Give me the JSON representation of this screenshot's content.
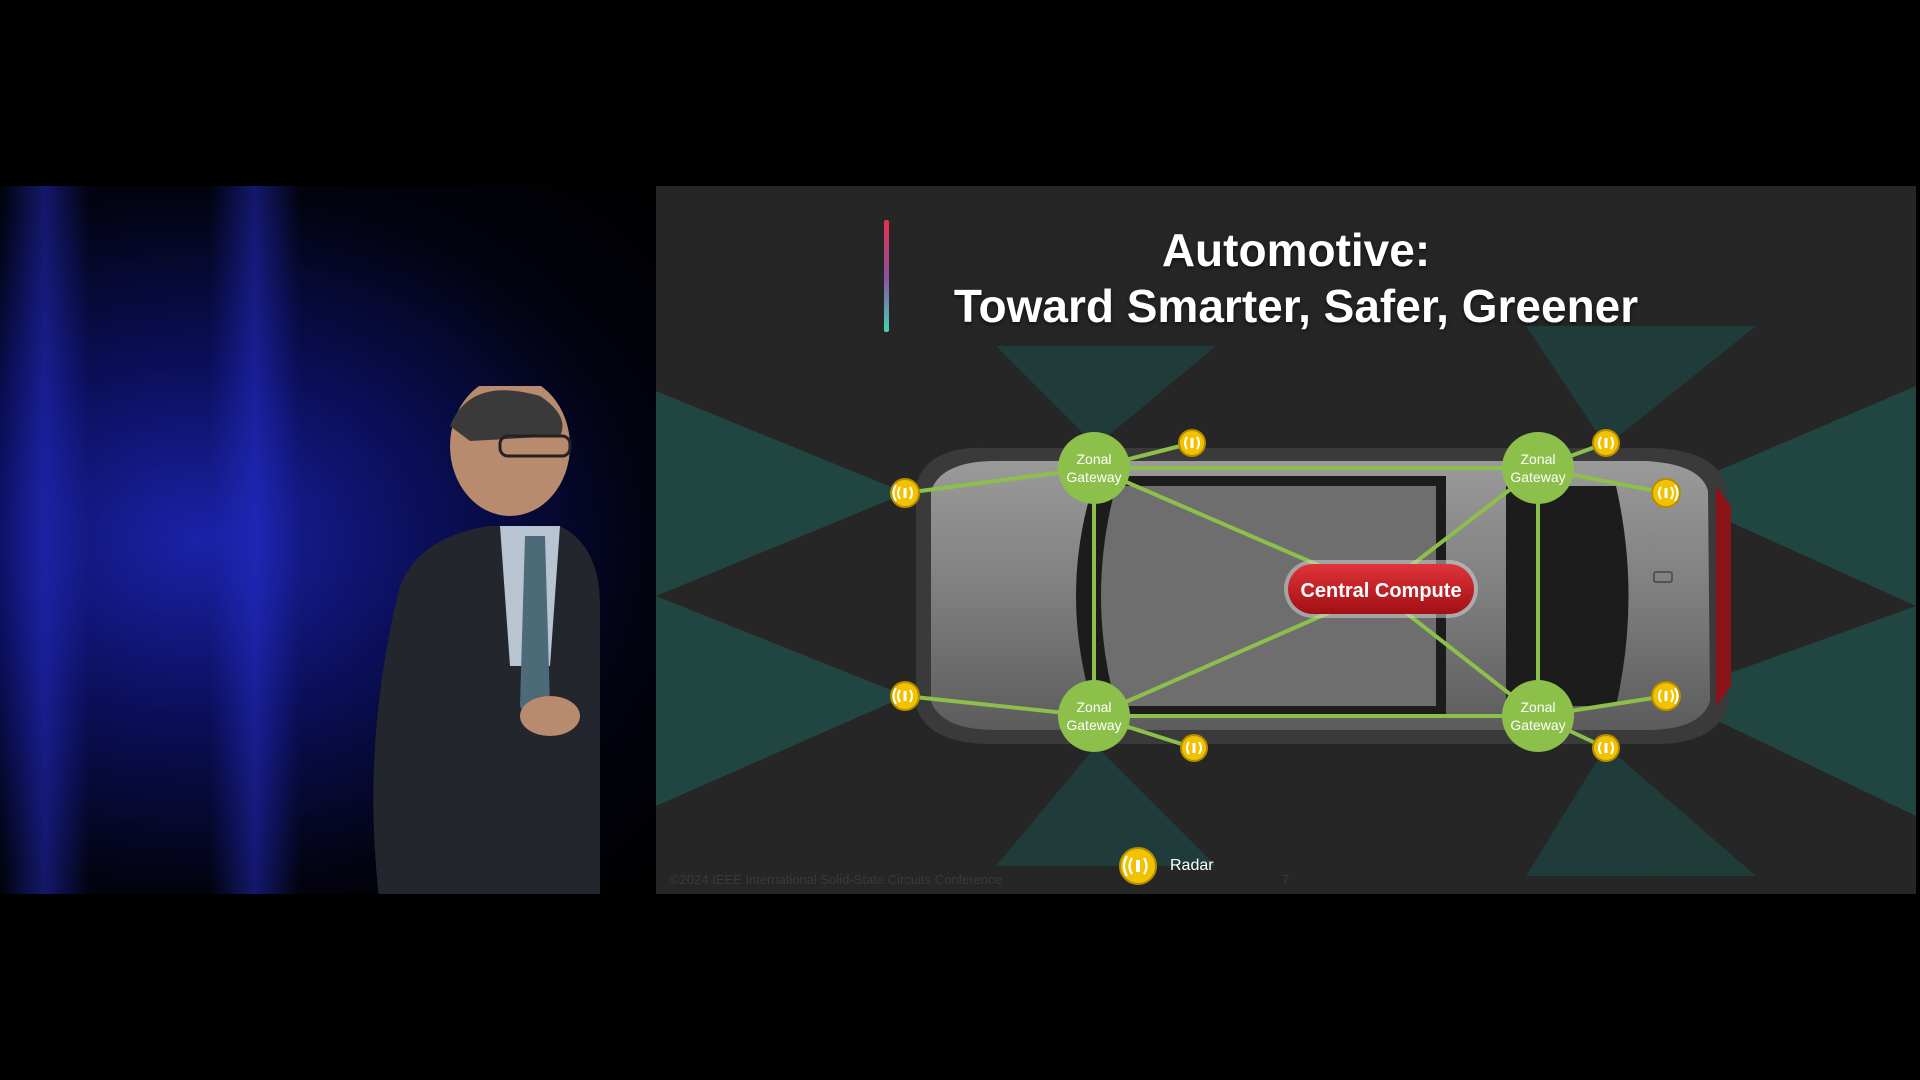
{
  "slide": {
    "title_line1": "Automotive:",
    "title_line2": "Toward Smarter, Safer, Greener",
    "central_compute": "Central Compute",
    "zonal_gateway_line1": "Zonal",
    "zonal_gateway_line2": "Gateway",
    "legend_label": "Radar",
    "footer": "©2024 IEEE International Solid-State Circuits Conference",
    "page_number": "7"
  },
  "colors": {
    "gateway_green": "#8cc04b",
    "link_green": "#8cc04b",
    "central_red": "#c4151c",
    "radar_yellow": "#f2c200",
    "sensor_cone": "#1f6e66"
  },
  "icons": {
    "radar": "radar-icon"
  }
}
